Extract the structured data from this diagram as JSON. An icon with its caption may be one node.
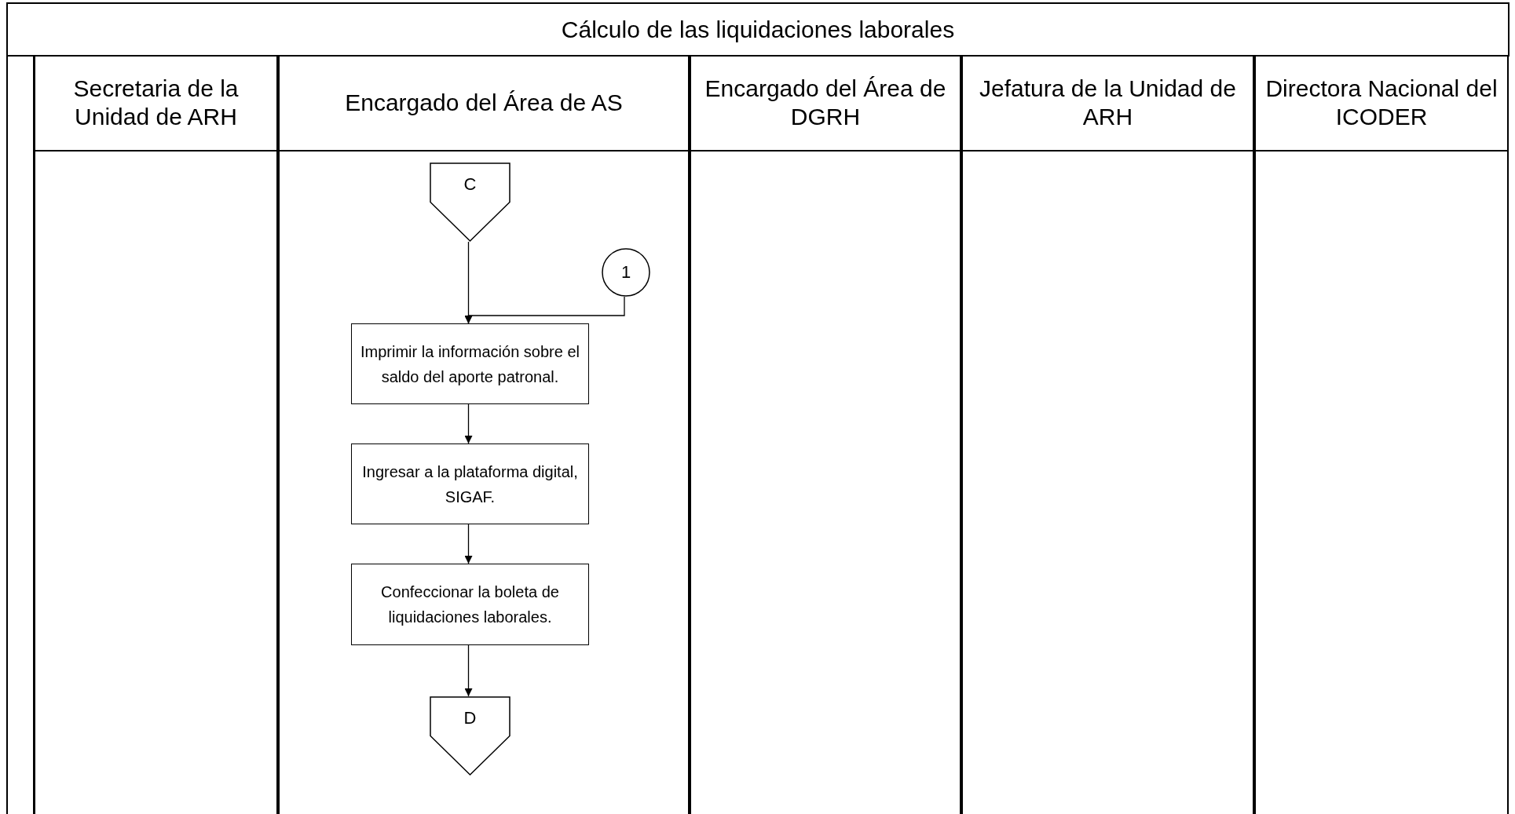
{
  "diagram": {
    "title": "Cálculo de las liquidaciones laborales",
    "nodes": [
      {
        "text": [
          "Secretaria de la Unidad de ARH"
        ]
      },
      {
        "text": [
          "Encargado del Área de AS"
        ]
      },
      {
        "text": [
          "Encargado del Área de DGRH"
        ]
      },
      {
        "text": [
          "Jefatura de la Unidad de ARH"
        ]
      },
      {
        "text": [
          "Directora Nacional del ICODER"
        ]
      },
      {
        "text": [
          "C"
        ],
        "in": 1
      },
      {
        "text": [
          "1"
        ],
        "in": 1
      },
      {
        "text": [
          "Imprimir la información sobre el saldo del aporte patronal."
        ],
        "in": 1
      },
      {
        "text": [
          "Ingresar a la plataforma digital, SIGAF."
        ],
        "in": 1
      },
      {
        "text": [
          "Confeccionar la boleta de liquidaciones laborales."
        ],
        "in": 1
      },
      {
        "text": [
          "D"
        ],
        "in": 1
      }
    ],
    "edges": [
      {
        "from": 5,
        "to": 7,
        "arrow": "to"
      },
      {
        "from": 6,
        "to": 7,
        "arrow": "to"
      },
      {
        "from": 7,
        "to": 8,
        "arrow": "to"
      },
      {
        "from": 8,
        "to": 9,
        "arrow": "to"
      },
      {
        "from": 9,
        "to": 10,
        "arrow": "to"
      }
    ]
  }
}
